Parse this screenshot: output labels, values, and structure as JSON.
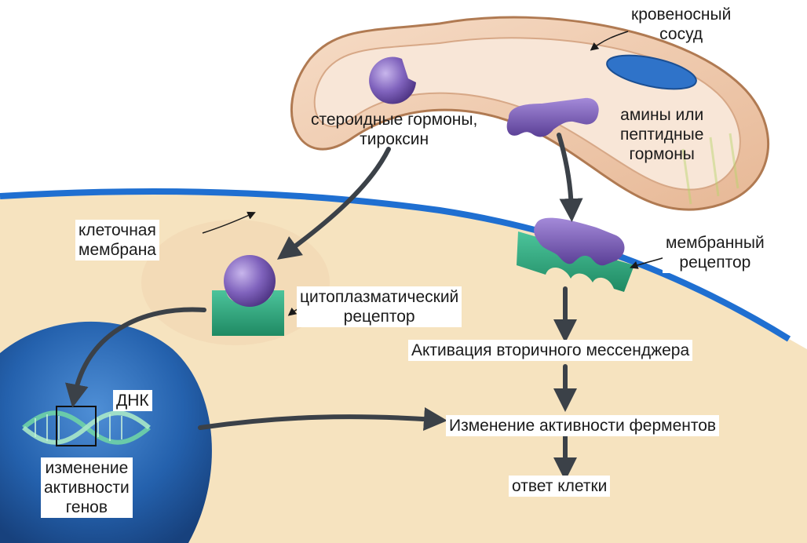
{
  "labels": {
    "blood_vessel": [
      "кровеносный",
      "сосуд"
    ],
    "steroid": [
      "стероидные гормоны,",
      "тироксин"
    ],
    "amines": [
      "амины или",
      "пептидные",
      "гормоны"
    ],
    "cell_membrane": [
      "клеточная",
      "мембрана"
    ],
    "membrane_receptor": [
      "мембранный",
      "рецептор"
    ],
    "cytoplasmic_receptor": [
      "цитоплазматический",
      "рецептор"
    ],
    "messenger": "Активация вторичного мессенджера",
    "enzymes": "Изменение активности ферментов",
    "response": "ответ клетки",
    "dna": "ДНК",
    "gene_activity": [
      "изменение",
      "активности",
      "генов"
    ]
  },
  "colors": {
    "cytoplasm": "#f6e3bf",
    "membrane": "#1f6fd1",
    "vessel_wall": "#f2d2b6",
    "vessel_outline": "#b07a52",
    "hormone": "#7a5ab0",
    "receptor": "#2fa87e",
    "nucleus": "#1e5ea6",
    "arrow": "#3b4148"
  }
}
